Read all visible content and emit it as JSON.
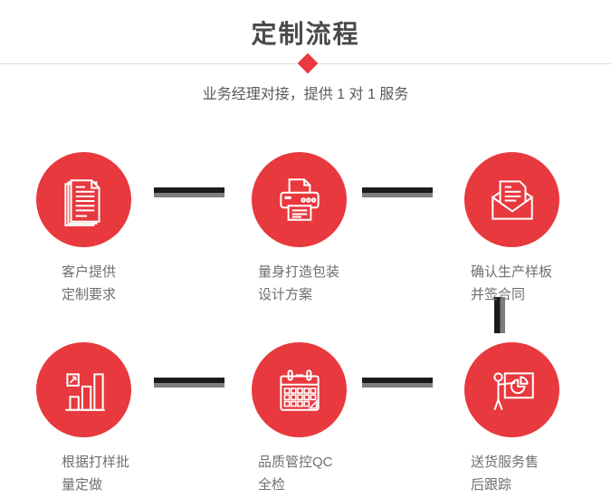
{
  "header": {
    "title": "定制流程",
    "subtitle": "业务经理对接，提供 1 对 1 服务"
  },
  "colors": {
    "accent_red": "#e7393e",
    "title_text": "#4b4b4b",
    "subtitle_text": "#595959",
    "label_text": "#6f6f6f",
    "divider_line": "#dddddd",
    "connector_dark": "#1b1b1b",
    "connector_gray": "#7d7d7d",
    "icon_stroke": "#ffffff"
  },
  "steps": [
    {
      "icon": "documents-icon",
      "line1": "客户提供",
      "line2": "定制要求"
    },
    {
      "icon": "printer-icon",
      "line1": "量身打造包装",
      "line2": "设计方案"
    },
    {
      "icon": "envelope-icon",
      "line1": "确认生产样板",
      "line2": "并签合同"
    },
    {
      "icon": "bar-chart-icon",
      "line1": "根据打样批",
      "line2": "量定做"
    },
    {
      "icon": "calendar-icon",
      "line1": "品质管控QC",
      "line2": "全检"
    },
    {
      "icon": "presentation-icon",
      "line1": "送货服务售",
      "line2": "后跟踪"
    }
  ]
}
